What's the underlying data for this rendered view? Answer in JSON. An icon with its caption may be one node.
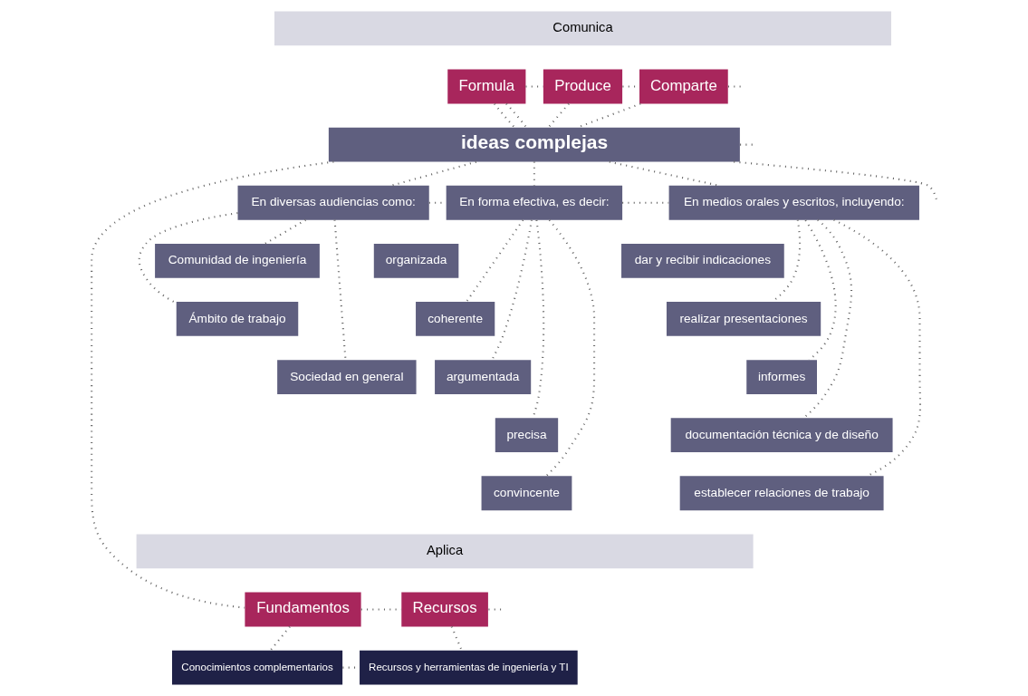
{
  "diagram": {
    "nodes": [
      {
        "text": [
          "Comunica"
        ]
      },
      {
        "text": [
          "Formula"
        ]
      },
      {
        "text": [
          "Produce"
        ]
      },
      {
        "text": [
          "Comparte"
        ]
      },
      {
        "text": [
          "ideas complejas"
        ]
      },
      {
        "text": [
          "En diversas audiencias como:"
        ]
      },
      {
        "text": [
          "En forma efectiva, es decir:"
        ]
      },
      {
        "text": [
          "En medios orales y escritos, incluyendo:"
        ]
      },
      {
        "text": [
          "Comunidad de ingeniería"
        ]
      },
      {
        "text": [
          "Ámbito de trabajo"
        ]
      },
      {
        "text": [
          "Sociedad en general"
        ]
      },
      {
        "text": [
          "organizada"
        ]
      },
      {
        "text": [
          "coherente"
        ]
      },
      {
        "text": [
          "argumentada"
        ]
      },
      {
        "text": [
          "precisa"
        ]
      },
      {
        "text": [
          "convincente"
        ]
      },
      {
        "text": [
          "dar y recibir indicaciones"
        ]
      },
      {
        "text": [
          "realizar presentaciones"
        ]
      },
      {
        "text": [
          "informes"
        ]
      },
      {
        "text": [
          "documentación técnica y de diseño"
        ]
      },
      {
        "text": [
          "establecer relaciones de trabajo"
        ]
      },
      {
        "text": [
          "Aplica"
        ]
      },
      {
        "text": [
          "Fundamentos"
        ]
      },
      {
        "text": [
          "Recursos"
        ]
      },
      {
        "text": [
          "Conocimientos complementarios"
        ]
      },
      {
        "text": [
          "Recursos y herramientas de ingeniería y TI"
        ]
      }
    ],
    "edges": [
      {
        "from": 1,
        "to": 2,
        "arrow": "none"
      },
      {
        "from": 2,
        "to": 3,
        "arrow": "none"
      },
      {
        "from": 3,
        "to": null,
        "arrow": "none"
      },
      {
        "from": 1,
        "to": 4,
        "arrow": "none"
      },
      {
        "from": 2,
        "to": 4,
        "arrow": "none"
      },
      {
        "from": 3,
        "to": 4,
        "arrow": "none"
      },
      {
        "from": 1,
        "to": 4,
        "arrow": "none"
      },
      {
        "from": 4,
        "to": null,
        "arrow": "none"
      },
      {
        "from": 4,
        "to": null,
        "arrow": "none"
      },
      {
        "from": 4,
        "to": 5,
        "arrow": "none"
      },
      {
        "from": 4,
        "to": 6,
        "arrow": "none"
      },
      {
        "from": 4,
        "to": 7,
        "arrow": "none"
      },
      {
        "from": 5,
        "to": 6,
        "arrow": "none"
      },
      {
        "from": 6,
        "to": 7,
        "arrow": "none"
      },
      {
        "from": 5,
        "to": 8,
        "arrow": "none"
      },
      {
        "from": 5,
        "to": 9,
        "arrow": "none"
      },
      {
        "from": 5,
        "to": 10,
        "arrow": "none"
      },
      {
        "from": 6,
        "to": 12,
        "arrow": "none"
      },
      {
        "from": 6,
        "to": 13,
        "arrow": "none"
      },
      {
        "from": 6,
        "to": 14,
        "arrow": "none"
      },
      {
        "from": 6,
        "to": 15,
        "arrow": "none"
      },
      {
        "from": 7,
        "to": 17,
        "arrow": "none"
      },
      {
        "from": 7,
        "to": 18,
        "arrow": "none"
      },
      {
        "from": 7,
        "to": 19,
        "arrow": "none"
      },
      {
        "from": 7,
        "to": 20,
        "arrow": "none"
      },
      {
        "from": 4,
        "to": 22,
        "arrow": "none"
      },
      {
        "from": 22,
        "to": 23,
        "arrow": "none"
      },
      {
        "from": 23,
        "to": null,
        "arrow": "none"
      },
      {
        "from": 22,
        "to": 24,
        "arrow": "none"
      },
      {
        "from": 23,
        "to": 25,
        "arrow": "none"
      },
      {
        "from": 24,
        "to": 25,
        "arrow": "none"
      }
    ]
  }
}
